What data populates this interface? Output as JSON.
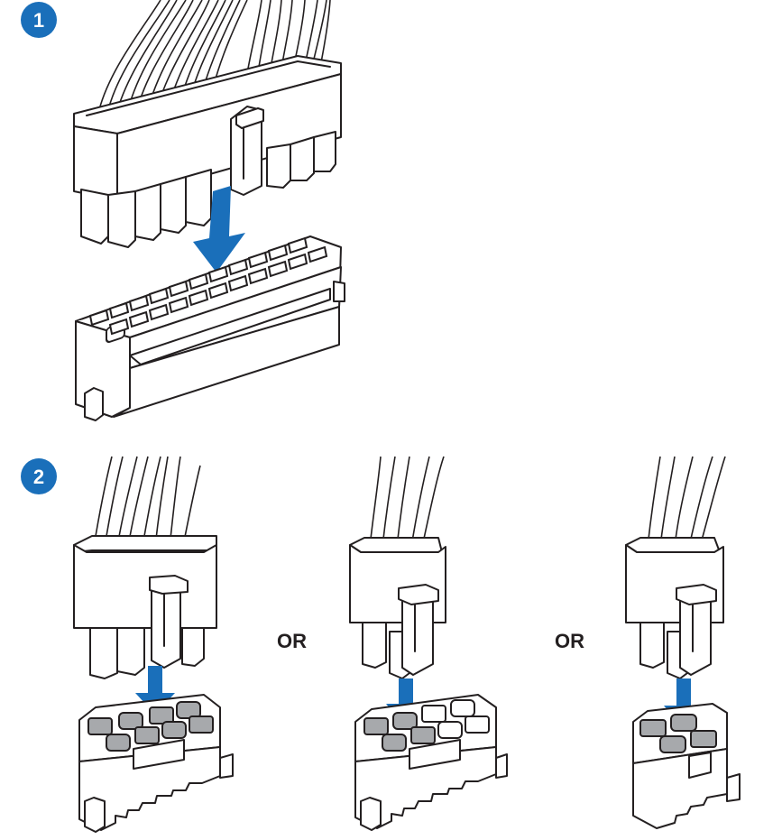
{
  "steps": [
    {
      "number": "1"
    },
    {
      "number": "2"
    }
  ],
  "separators": [
    "OR",
    "OR"
  ],
  "colors": {
    "step_badge": "#1a6fba",
    "arrow": "#1a6fba",
    "outline": "#231f20",
    "pin_fill": "#a7a9ac",
    "body_fill": "#ffffff"
  }
}
